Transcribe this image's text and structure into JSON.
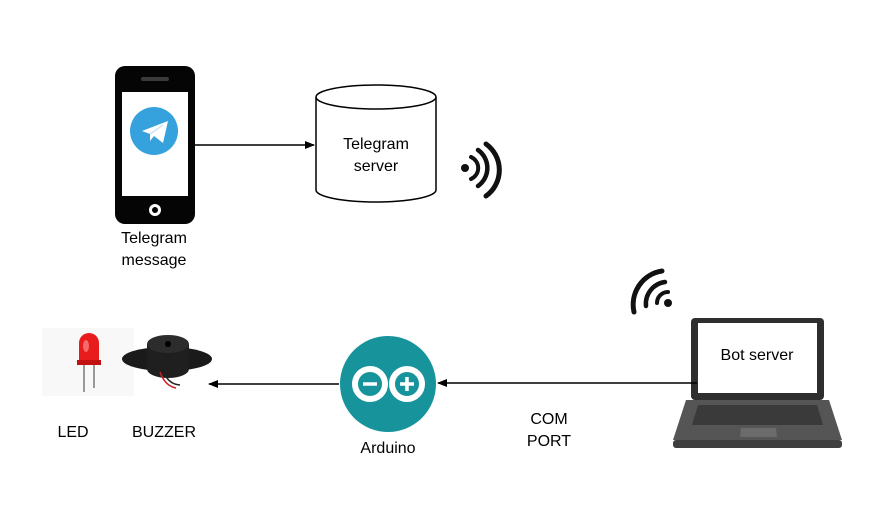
{
  "nodes": {
    "phone": {
      "label_line1": "Telegram",
      "label_line2": "message",
      "icon": "telegram-icon"
    },
    "telegram_server": {
      "label_line1": "Telegram",
      "label_line2": "server",
      "shape": "cylinder"
    },
    "bot_server": {
      "label": "Bot server",
      "icon": "laptop-icon"
    },
    "arduino": {
      "label": "Arduino",
      "icon": "arduino-logo-icon"
    },
    "led": {
      "label": "LED",
      "icon": "led-icon"
    },
    "buzzer": {
      "label": "BUZZER",
      "icon": "buzzer-icon"
    }
  },
  "edges": {
    "phone_to_server": {
      "direction": "right"
    },
    "bot_to_arduino": {
      "label_line1": "COM",
      "label_line2": "PORT",
      "direction": "left"
    },
    "arduino_to_outputs": {
      "direction": "left"
    }
  },
  "colors": {
    "arduino_teal": "#17949b",
    "telegram_blue": "#35a2dd",
    "line": "#000000",
    "led_red": "#e81c1c"
  }
}
